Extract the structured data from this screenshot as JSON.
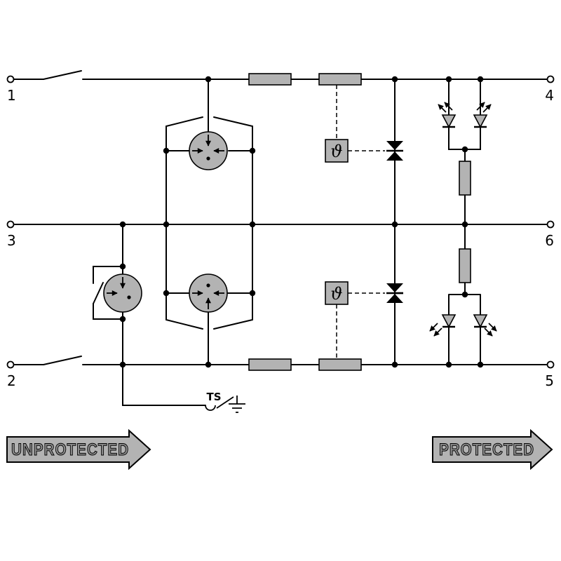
{
  "terminals": {
    "t1": "1",
    "t2": "2",
    "t3": "3",
    "t4": "4",
    "t5": "5",
    "t6": "6"
  },
  "labels": {
    "ts": "TS",
    "theta_top": "ϑ",
    "theta_bottom": "ϑ"
  },
  "banners": {
    "unprotected": "UNPROTECTED",
    "protected": "PROTECTED"
  },
  "colors": {
    "background": "#ffffff",
    "wire": "#000000",
    "component_fill": "#b3b3b3",
    "banner_fill": "#b3b3b3",
    "banner_text": "#8c8c8c"
  }
}
